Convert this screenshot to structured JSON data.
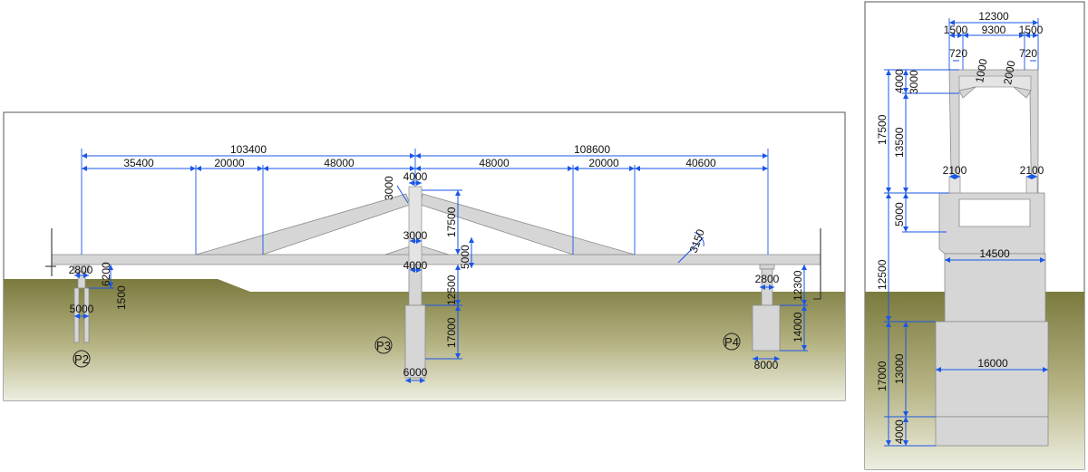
{
  "elevation": {
    "dims": {
      "half_left": "103400",
      "half_right": "108600",
      "seg1": "35400",
      "seg2": "20000",
      "seg3": "48000",
      "seg4": "48000",
      "seg5": "20000",
      "seg6": "40600",
      "tower_top_width": "4000",
      "tower_depth_label": "3000",
      "tower_height": "17500",
      "tower_mid_width": "3000",
      "deck_depth": "5000",
      "pier_top_width": "4000",
      "pier_height": "12500",
      "footing_height": "17000",
      "footing_width": "6000",
      "skew": "3150",
      "p2_top_width": "2800",
      "p2_pile_width": "5000",
      "p2_height_a": "6200",
      "p2_height_b": "1500",
      "p4_top_width": "2800",
      "p4_height": "12300",
      "p4_footing_height": "14000",
      "p4_footing_width": "8000"
    },
    "piers": {
      "p2": "P2",
      "p3": "P3",
      "p4": "P4"
    }
  },
  "section": {
    "dims": {
      "top_width": "12300",
      "left_cant": "1500",
      "mid_width": "9300",
      "right_cant": "1500",
      "left_haunch": "720",
      "right_haunch": "720",
      "haunch_v1": "1000",
      "haunch_v2": "2000",
      "deck_total": "4000",
      "deck_slab": "3000",
      "upper_total": "17500",
      "upper_web": "13500",
      "left_step": "2100",
      "right_step": "2100",
      "cap_height": "5000",
      "shaft_width": "14500",
      "shaft_height": "12500",
      "footing_width": "16000",
      "footing_height": "13000",
      "base_total": "17000",
      "base_slab": "4000"
    }
  }
}
